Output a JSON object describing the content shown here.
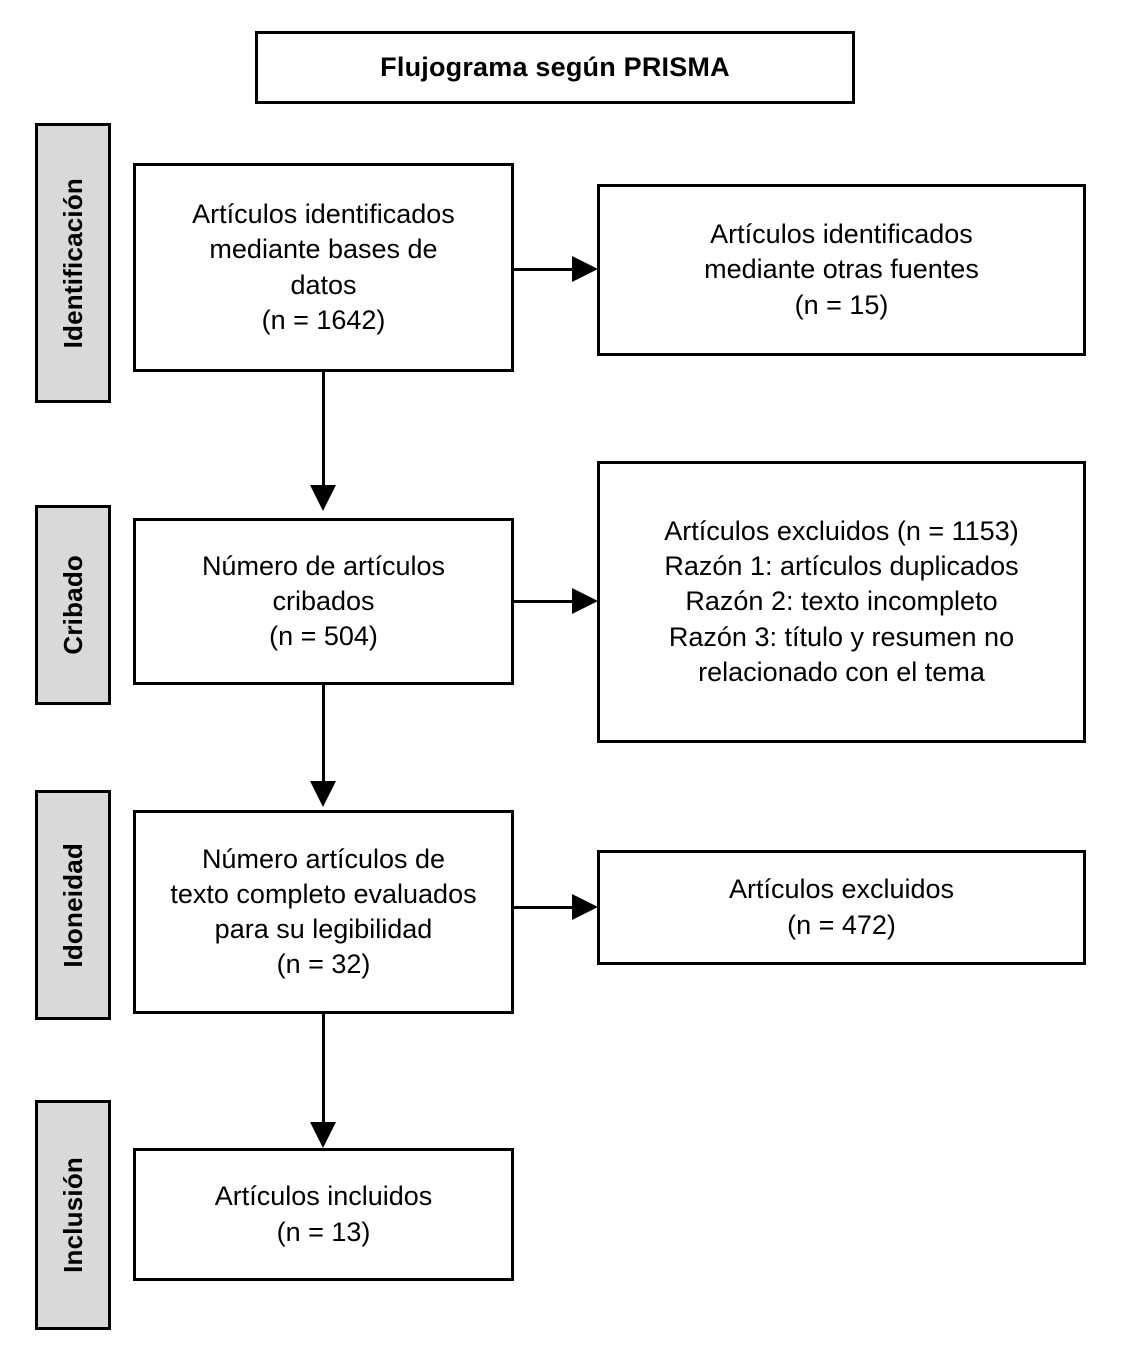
{
  "title": {
    "text": "Flujograma según PRISMA"
  },
  "stages": [
    {
      "id": "identificacion",
      "label": "Identificación"
    },
    {
      "id": "cribado",
      "label": "Cribado"
    },
    {
      "id": "idoneidad",
      "label": "Idoneidad"
    },
    {
      "id": "inclusion",
      "label": "Inclusión"
    }
  ],
  "boxes": {
    "identified_databases": {
      "lines": [
        "Artículos identificados",
        "mediante bases de",
        "datos",
        "(n = 1642)"
      ]
    },
    "identified_other_sources": {
      "lines": [
        "Artículos identificados",
        "mediante otras fuentes",
        "(n = 15)"
      ]
    },
    "screened": {
      "lines": [
        "Número de artículos",
        "cribados",
        "(n = 504)"
      ]
    },
    "excluded_screening": {
      "lines": [
        "Artículos excluidos (n = 1153)",
        "Razón 1: artículos duplicados",
        "Razón 2: texto incompleto",
        "Razón 3: título y resumen no",
        "relacionado con el tema"
      ]
    },
    "fulltext_assessed": {
      "lines": [
        "Número artículos de",
        "texto completo evaluados",
        "para su legibilidad",
        "(n = 32)"
      ]
    },
    "excluded_eligibility": {
      "lines": [
        "Artículos excluidos",
        "(n = 472)"
      ]
    },
    "included": {
      "lines": [
        "Artículos incluidos",
        "(n = 13)"
      ]
    }
  },
  "colors": {
    "stroke": "#000000",
    "stage_fill": "#d9d9d9",
    "box_fill": "#ffffff",
    "page_background": "#ffffff"
  },
  "chart_data": {
    "type": "diagram",
    "title": "Flujograma según PRISMA",
    "nodes": [
      {
        "id": "identified_databases",
        "stage": "Identificación",
        "n": 1642
      },
      {
        "id": "identified_other_sources",
        "stage": "Identificación",
        "n": 15
      },
      {
        "id": "screened",
        "stage": "Cribado",
        "n": 504
      },
      {
        "id": "excluded_screening",
        "stage": "Cribado",
        "n": 1153
      },
      {
        "id": "fulltext_assessed",
        "stage": "Idoneidad",
        "n": 32
      },
      {
        "id": "excluded_eligibility",
        "stage": "Idoneidad",
        "n": 472
      },
      {
        "id": "included",
        "stage": "Inclusión",
        "n": 13
      }
    ],
    "edges": [
      {
        "from": "identified_databases",
        "to": "identified_other_sources",
        "direction": "right"
      },
      {
        "from": "identified_databases",
        "to": "screened",
        "direction": "down"
      },
      {
        "from": "screened",
        "to": "excluded_screening",
        "direction": "right"
      },
      {
        "from": "screened",
        "to": "fulltext_assessed",
        "direction": "down"
      },
      {
        "from": "fulltext_assessed",
        "to": "excluded_eligibility",
        "direction": "right"
      },
      {
        "from": "fulltext_assessed",
        "to": "included",
        "direction": "down"
      }
    ]
  }
}
